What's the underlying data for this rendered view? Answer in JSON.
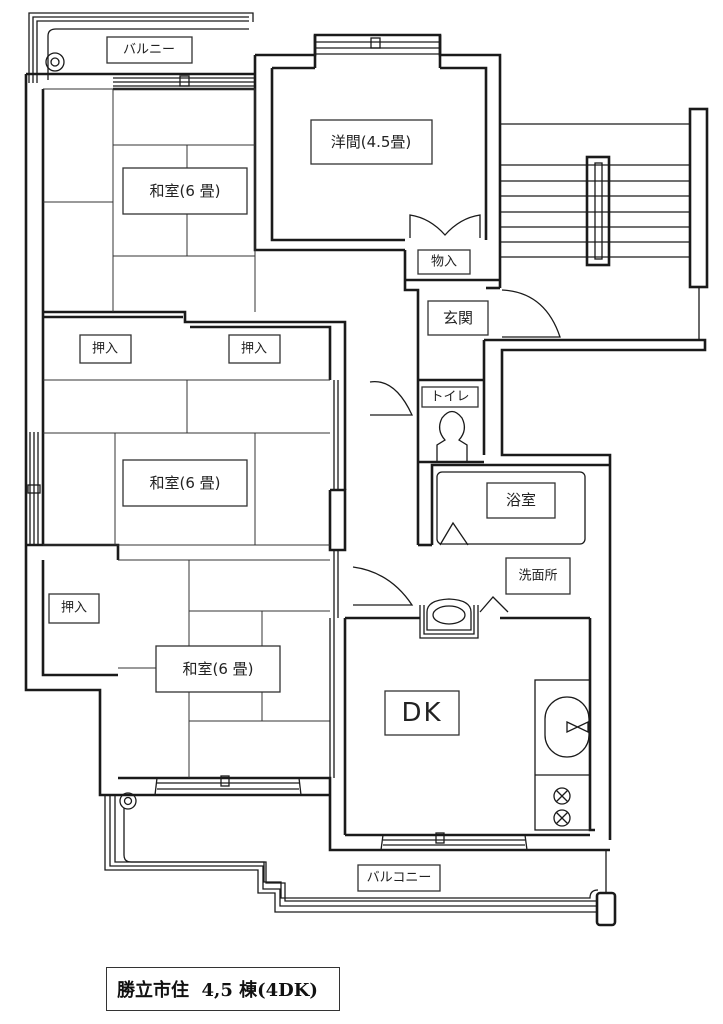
{
  "plan": {
    "title": "勝立市住  4,5 棟(4DK)",
    "rooms": {
      "balcony_top": "バルニー",
      "western_room": "洋間(4.5畳)",
      "storage": "物入",
      "japanese_room_1": "和室(6 畳)",
      "closet_1": "押入",
      "closet_2": "押入",
      "japanese_room_2": "和室(6 畳)",
      "closet_3": "押入",
      "japanese_room_3": "和室(6 畳)",
      "entrance": "玄関",
      "toilet": "トイレ",
      "bathroom": "浴室",
      "washroom": "洗面所",
      "dining_kitchen": "DK",
      "balcony_bottom": "バルコニー"
    },
    "colors": {
      "line": "#1a1a1a",
      "background": "#ffffff"
    }
  }
}
